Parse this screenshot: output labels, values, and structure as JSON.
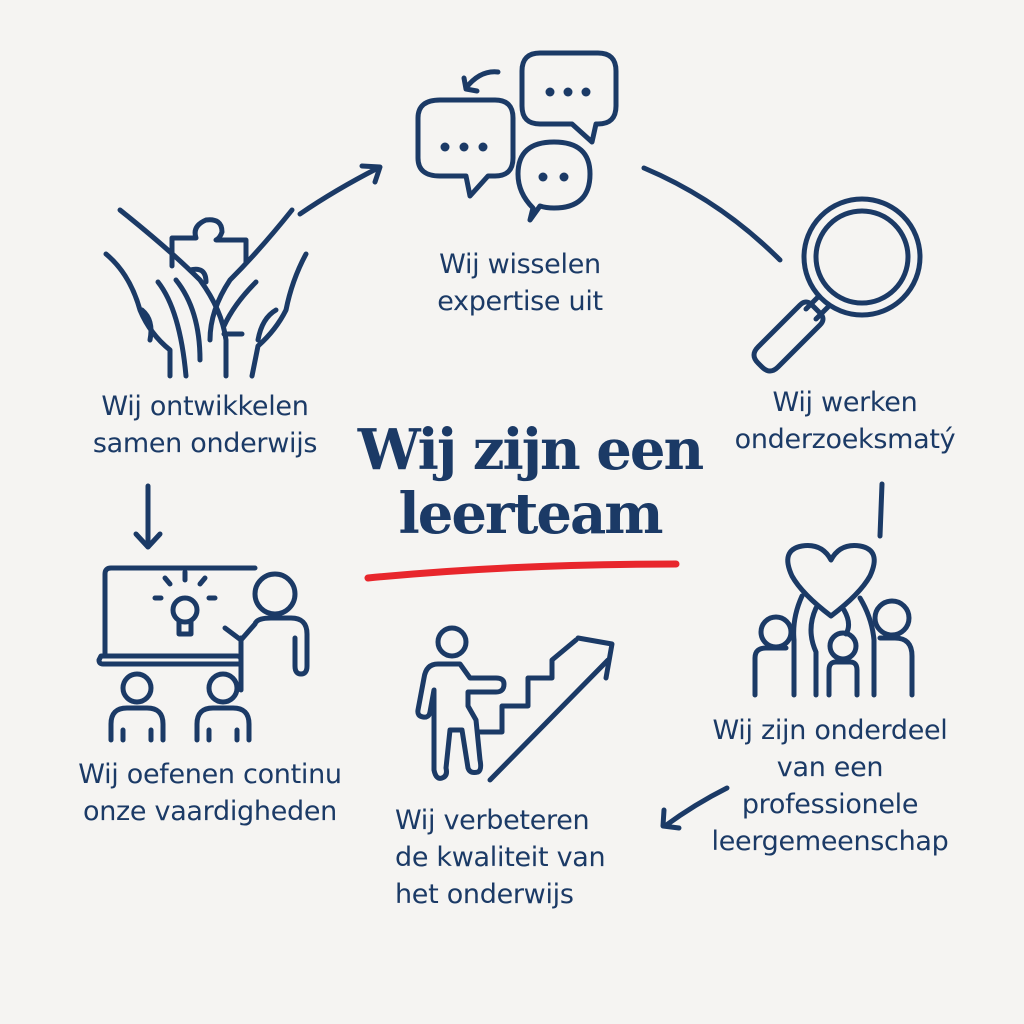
{
  "title": {
    "line1": "Wij zijn een",
    "line2": "leerteam",
    "underline_color": "#e8262c"
  },
  "colors": {
    "primary": "#1b3a66",
    "accent": "#e8262c",
    "background": "#f5f4f2"
  },
  "steps": [
    {
      "id": "expertise",
      "icon": "speech-bubbles-icon",
      "lines": [
        "Wij wisselen",
        "expertise uit"
      ]
    },
    {
      "id": "onderzoek",
      "icon": "magnifying-glass-icon",
      "lines": [
        "Wij werken",
        "onderzoeksmatý"
      ]
    },
    {
      "id": "leergemeenschap",
      "icon": "community-heart-icon",
      "lines": [
        "Wij zijn onderdeel",
        "van een",
        "professionele",
        "leergemeenschap"
      ]
    },
    {
      "id": "kwaliteit",
      "icon": "stairs-climber-icon",
      "lines": [
        "Wij verbeteren",
        "de kwaliteit van",
        "het onderwijs"
      ]
    },
    {
      "id": "vaardigheden",
      "icon": "classroom-presentation-icon",
      "lines": [
        "Wij oefenen continu",
        "onze vaardigheden"
      ]
    },
    {
      "id": "ontwikkelen",
      "icon": "hands-puzzle-icon",
      "lines": [
        "Wij ontwikkelen",
        "samen onderwijs"
      ]
    }
  ]
}
